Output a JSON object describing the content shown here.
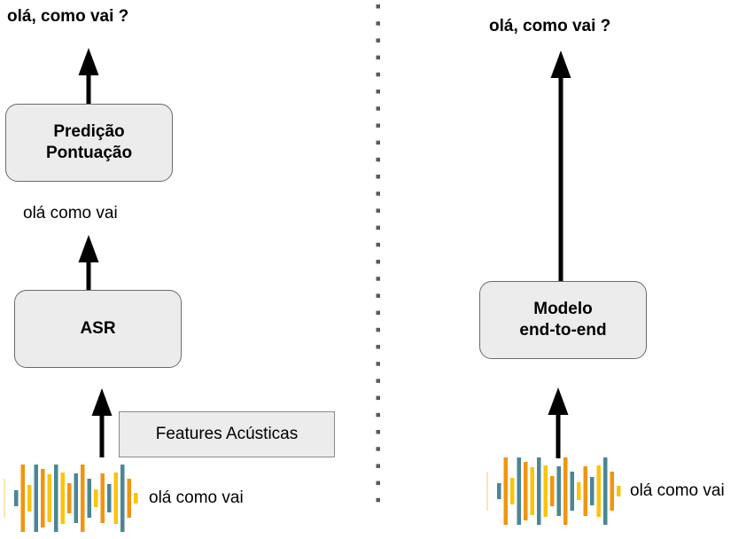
{
  "left_pipeline": {
    "output_text": "olá, como vai ?",
    "punctuation_box": {
      "line1": "Predição",
      "line2": "Pontuação"
    },
    "intermediate_text": "olá como vai",
    "asr_box": {
      "label": "ASR"
    },
    "features_label": "Features Acústicas",
    "audio_label": "olá como vai",
    "audio_icon": "waveform-icon"
  },
  "right_pipeline": {
    "output_text": "olá, como vai ?",
    "model_box": {
      "line1": "Modelo",
      "line2": "end-to-end"
    },
    "audio_label": "olá como vai",
    "audio_icon": "waveform-icon"
  },
  "divider": {
    "style": "dotted"
  },
  "colors": {
    "arrow": "#000000",
    "box_fill": "#ececec",
    "box_border": "#6b6b6b",
    "divider": "#5a5a5a",
    "wave_orange": "#f0950f",
    "wave_yellow": "#fcc30b",
    "wave_teal": "#4a8696"
  }
}
